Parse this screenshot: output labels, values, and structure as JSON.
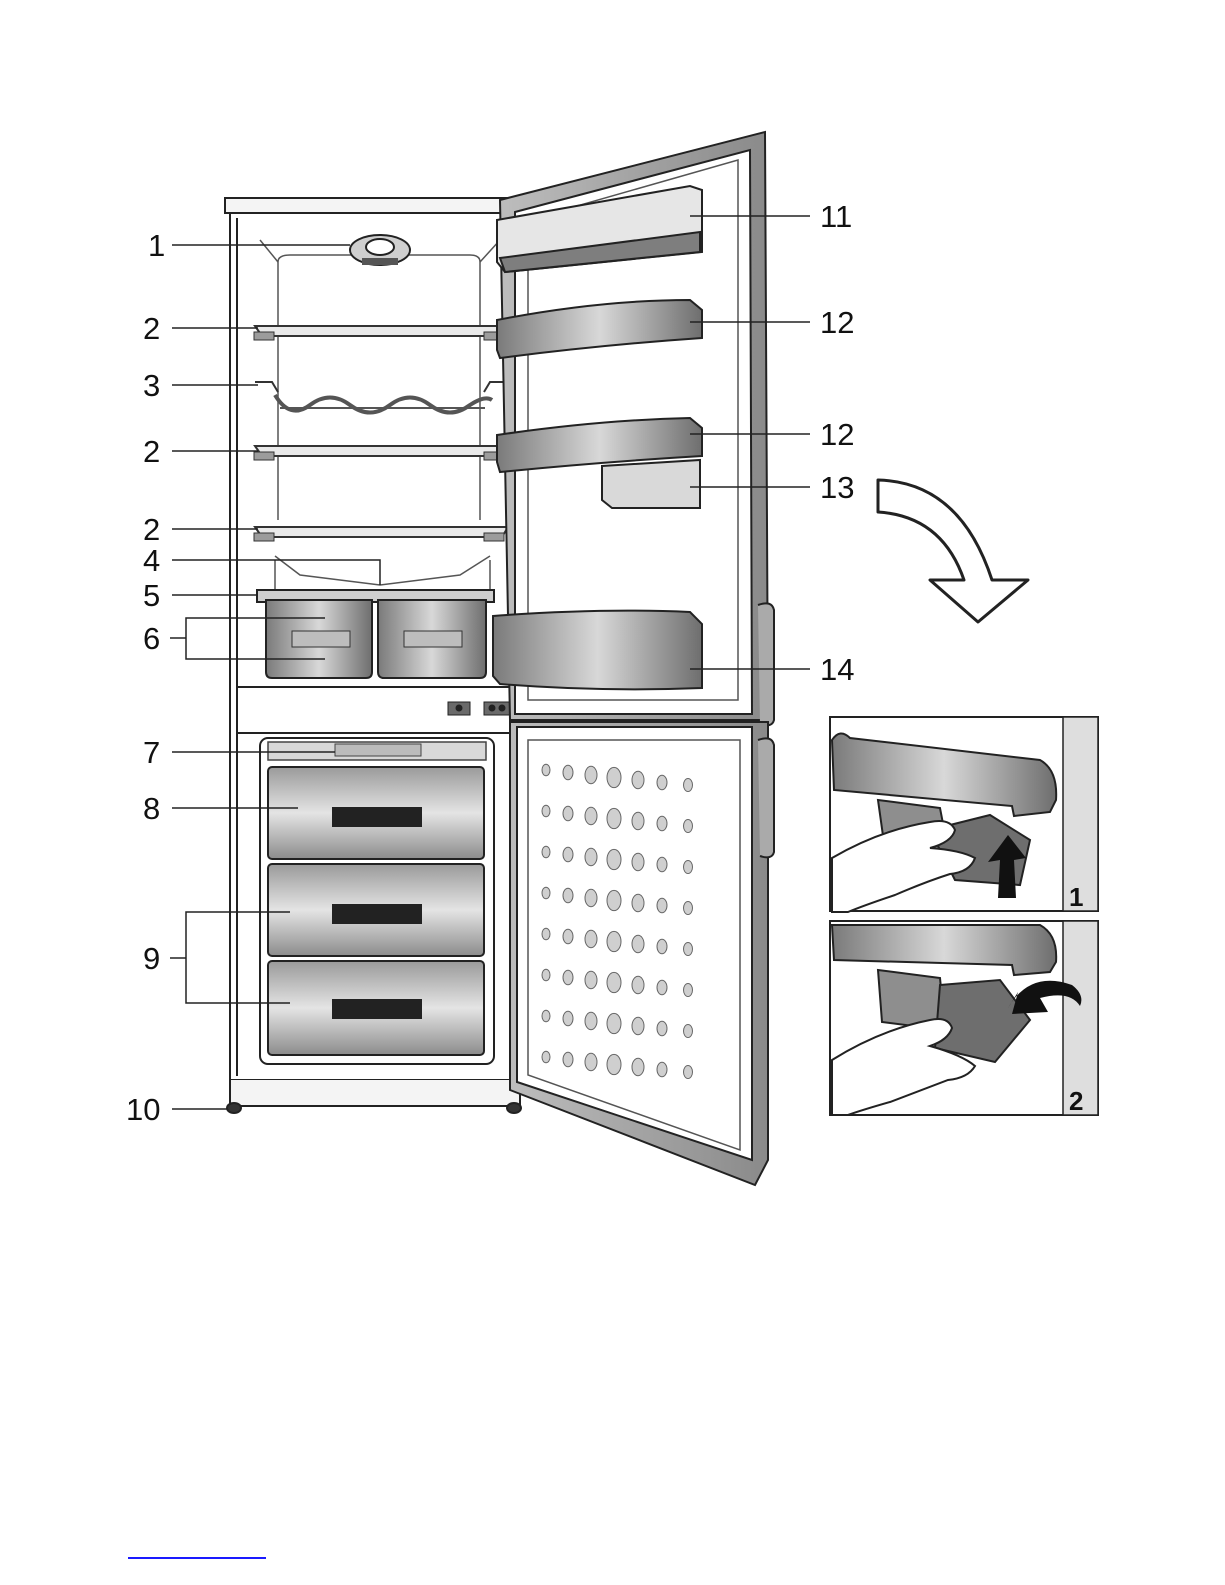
{
  "labels": [
    "1",
    "2",
    "3",
    "2",
    "2",
    "4",
    "5",
    "6",
    "7",
    "8",
    "9",
    "10",
    "11",
    "12",
    "12",
    "13",
    "14"
  ],
  "steps": [
    "1",
    "2"
  ]
}
